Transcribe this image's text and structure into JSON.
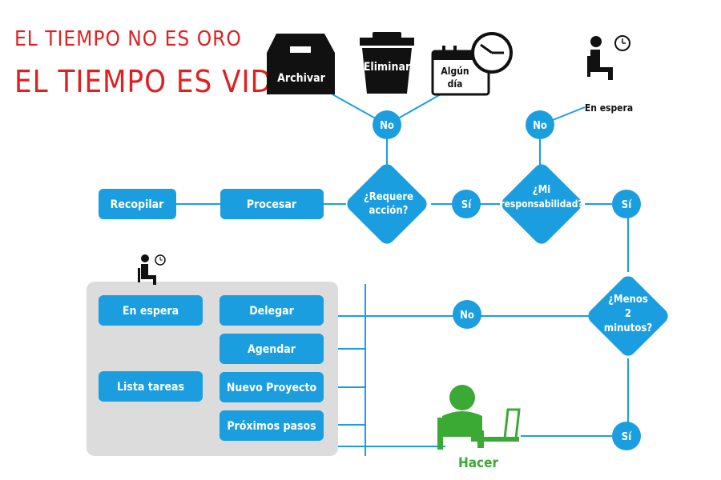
{
  "title": {
    "line1": "EL TIEMPO NO ES ORO",
    "line2": "EL TIEMPO ES VIDA"
  },
  "icons": {
    "archive": "Archivar",
    "delete": "Eliminar",
    "someday_line1": "Algún",
    "someday_line2": "día",
    "waiting": "En espera",
    "do": "Hacer"
  },
  "process": {
    "collect": "Recopilar",
    "process": "Procesar"
  },
  "decisions": {
    "action_line1": "¿Requere",
    "action_line2": "acción?",
    "resp_line1": "¿Mi",
    "resp_line2": "responsabilidad?",
    "min_line1": "¿Menos",
    "min_line2": "2",
    "min_line3": "minutos?"
  },
  "answers": {
    "no_top_left": "No",
    "no_top_right": "No",
    "yes_action": "Sí",
    "yes_resp": "Sí",
    "no_min": "No",
    "yes_min": "Sí"
  },
  "lists": {
    "waiting": "En espera",
    "tasks": "Lista tareas",
    "delegate": "Delegar",
    "schedule": "Agendar",
    "new_project": "Nuevo Proyecto",
    "next_steps": "Próximos pasos"
  },
  "colors": {
    "blue": "#1b9ee0",
    "red": "#e02020",
    "green": "#3aaa35",
    "panel": "#dcdcdc",
    "black": "#111111"
  }
}
